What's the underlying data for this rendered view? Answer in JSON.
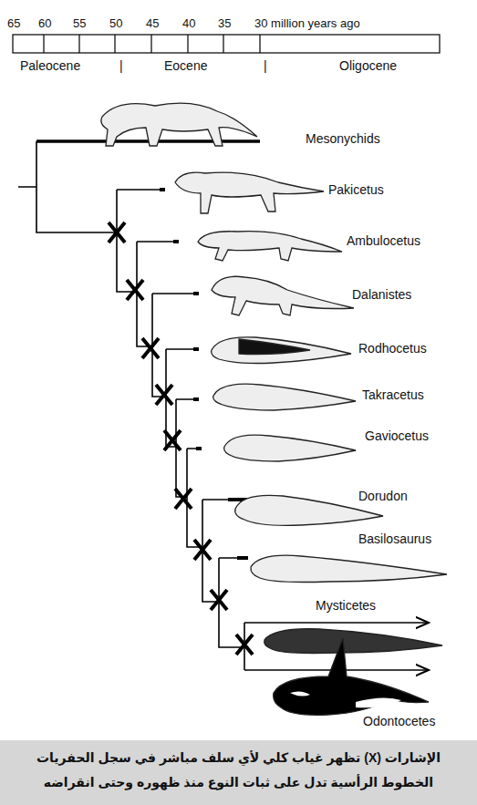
{
  "diagram": {
    "caption": "الإشارات (X) تظهر غياب كلي لأي سلف مباشر في سجل الحفريات الخطوط الرأسية تدل على ثبات النوع منذ ظهوره وحتى انقراضه",
    "labels": [
      "65",
      "60",
      "55",
      "50",
      "45",
      "40",
      "35",
      "30 million years ago",
      "Paleocene",
      "|",
      "Eocene",
      "|",
      "Oligocene",
      "Mesonychids",
      "Pakicetus",
      "Ambulocetus",
      "Dalanistes",
      "Rodhocetus",
      "Takracetus",
      "Gaviocetus",
      "Dorudon",
      "Basilosaurus",
      "Mysticetes",
      "Odontocetes"
    ]
  }
}
